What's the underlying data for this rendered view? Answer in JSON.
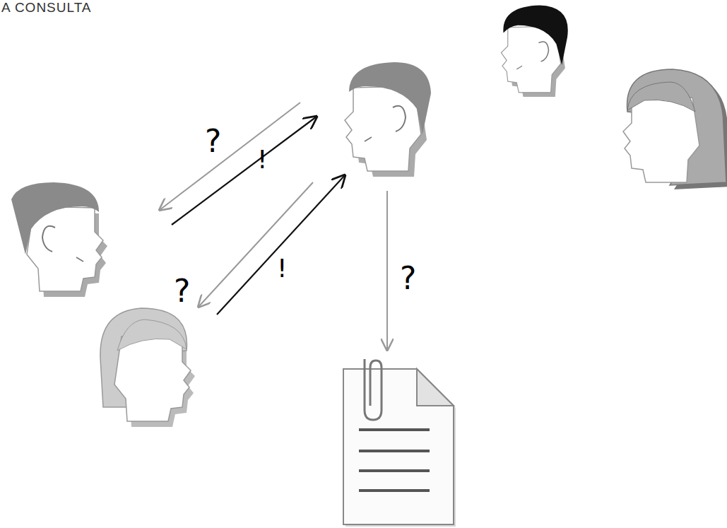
{
  "diagram": {
    "title": "A CONSULTA",
    "labels": [
      "?",
      "!",
      "?",
      "!",
      "?"
    ]
  }
}
